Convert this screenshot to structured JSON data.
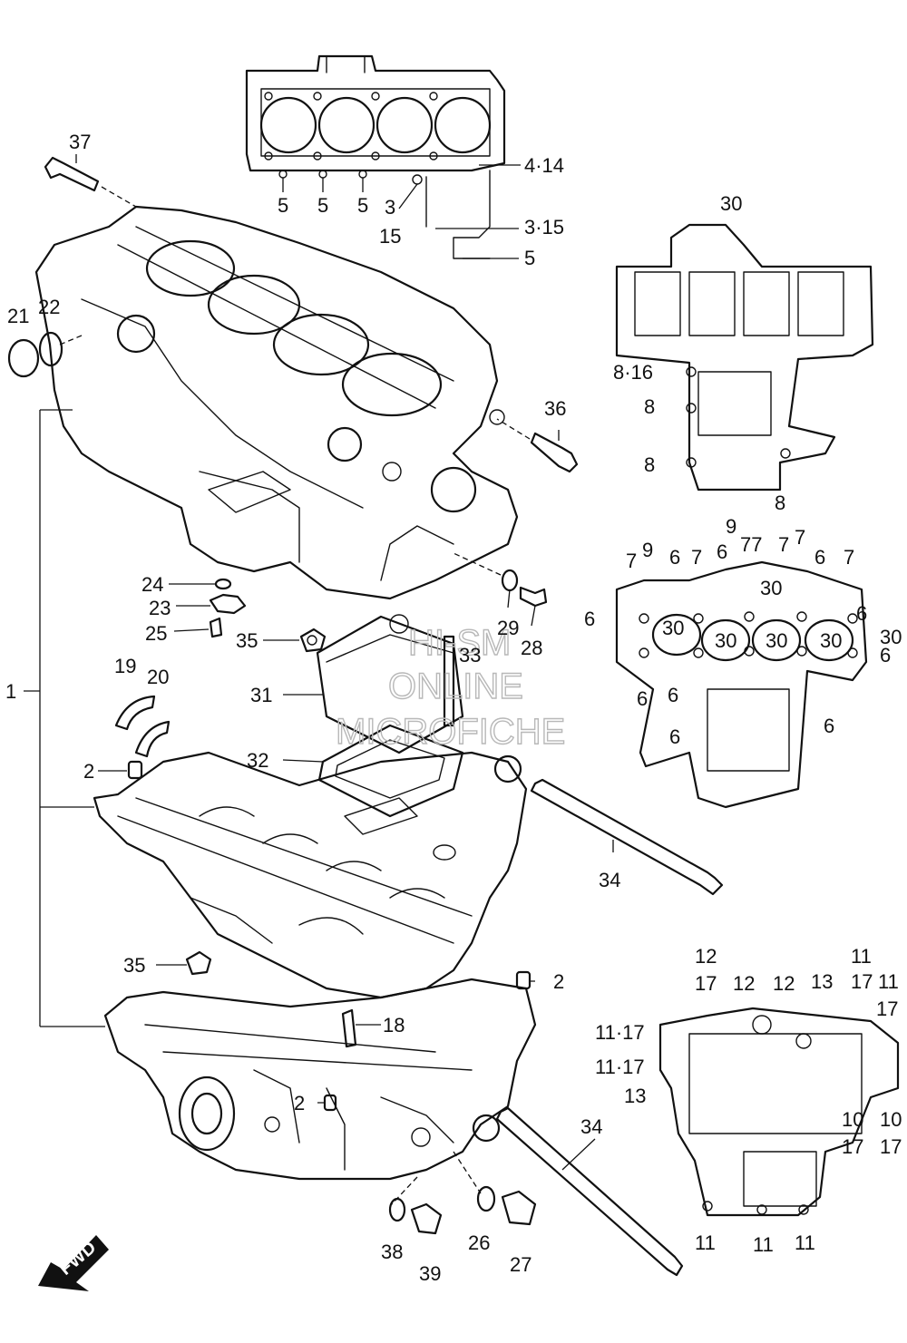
{
  "labels": [
    "37",
    "1",
    "21",
    "22",
    "36",
    "24",
    "23",
    "25",
    "35",
    "29",
    "28",
    "19",
    "20",
    "2",
    "31",
    "32",
    "34",
    "35",
    "2",
    "18",
    "2",
    "34",
    "38",
    "39",
    "26",
    "27",
    "5",
    "5",
    "5",
    "3",
    "15",
    "4·14",
    "3·15",
    "5",
    "30",
    "8·16",
    "8",
    "8",
    "8",
    "9",
    "7",
    "6",
    "6",
    "77",
    "7",
    "6",
    "7",
    "6",
    "30",
    "30",
    "30",
    "30",
    "30",
    "30",
    "6",
    "6",
    "6",
    "6",
    "6",
    "6",
    "12",
    "17",
    "12",
    "12",
    "13",
    "11",
    "17",
    "11",
    "17",
    "11·17",
    "11·17",
    "13",
    "10",
    "17",
    "10",
    "17",
    "11",
    "11",
    "11",
    "33"
  ],
  "watermark": {
    "line1": "HI-SM",
    "line2": "ONLINE",
    "line3": "MICROFICHE"
  },
  "fwd_label": "FWD"
}
